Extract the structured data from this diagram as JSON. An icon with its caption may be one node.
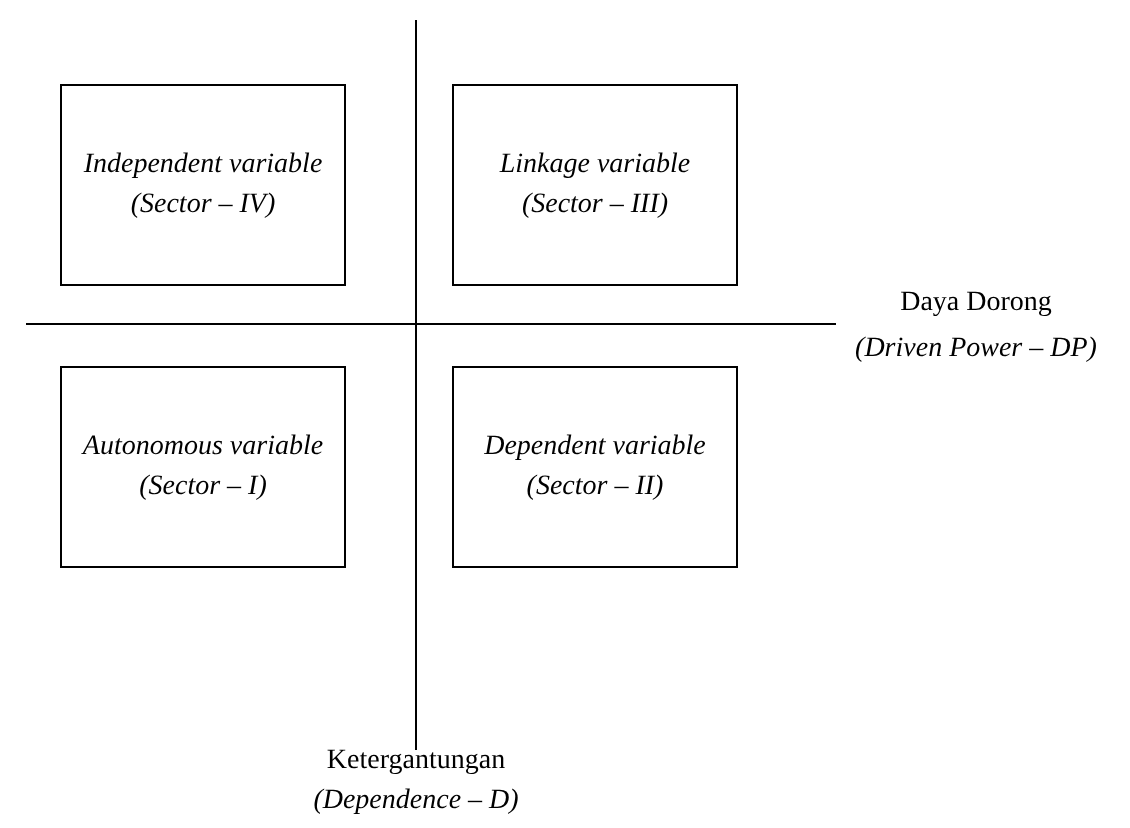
{
  "diagram": {
    "nodes": [
      {
        "text": [
          "Independent variable",
          "(Sector – IV)"
        ]
      },
      {
        "text": [
          "Linkage variable",
          "(Sector – III)"
        ]
      },
      {
        "text": [
          "Autonomous variable",
          "(Sector – I)"
        ]
      },
      {
        "text": [
          "Dependent variable",
          "(Sector – II)"
        ]
      }
    ],
    "labels": [
      "Daya Dorong",
      "(Driven Power – DP)",
      "Ketergantungan",
      "(Dependence – D)"
    ]
  }
}
